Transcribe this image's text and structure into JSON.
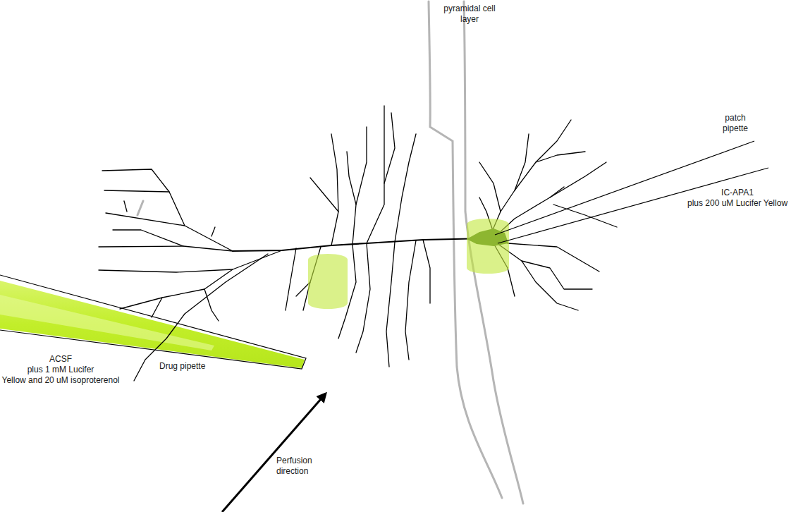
{
  "diagram": {
    "labels": [
      "pyramidal cell layer",
      "patch pipette",
      "IC-APA1 plus 200 uM Lucifer Yellow",
      "ACSF plus 1 mM Lucifer Yellow and 20 uM isoproterenol",
      "Drug pipette",
      "Perfusion direction"
    ]
  }
}
